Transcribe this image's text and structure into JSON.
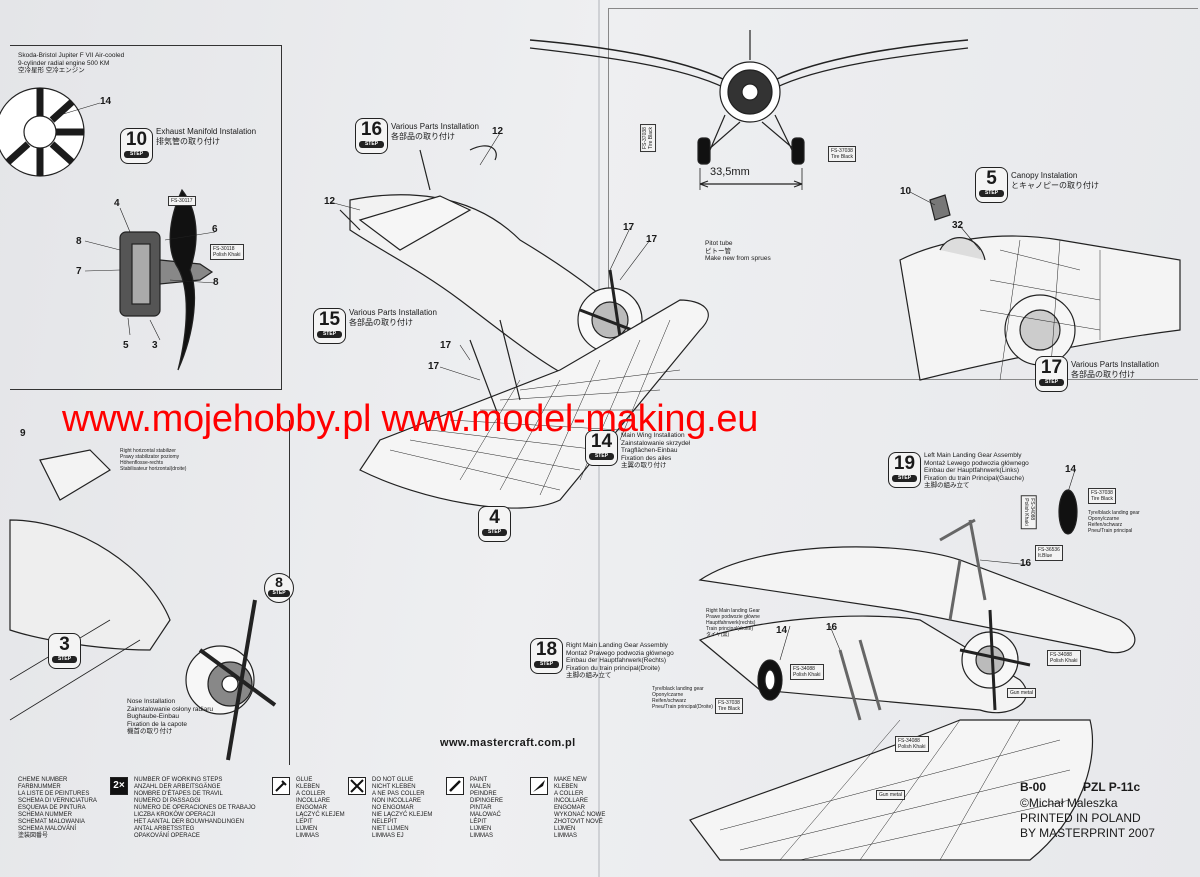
{
  "watermark": "www.mojehobby.pl www.model-making.eu",
  "engine_note": "Skoda-Bristol Jupiter F VII Air-cooled\n9-cylinder radial engine 500 KM\n空冷星形 空冷エンジン",
  "steps": {
    "s10": {
      "number": "10",
      "label": "STEP",
      "title": "Exhaust Manifold Instalation\n排気管の取り付け"
    },
    "s16": {
      "number": "16",
      "label": "STEP",
      "title": "Various Parts Installation\n各部品の取り付け"
    },
    "s15": {
      "number": "15",
      "label": "STEP",
      "title": "Various Parts Installation\n各部品の取り付け"
    },
    "s5": {
      "number": "5",
      "label": "STEP",
      "title": "Canopy Instalation\nとキャノピーの取り付け"
    },
    "s17": {
      "number": "17",
      "label": "STEP",
      "title": "Various Parts Installation\n各部品の取り付け"
    },
    "s14": {
      "number": "14",
      "label": "STEP",
      "title": "Main Wing Installation\nZainstalowanie skrzydeł\nTragflächen-Einbau\nFixation des ailes\n主翼の取り付け"
    },
    "s4": {
      "number": "4",
      "label": "STEP"
    },
    "s19": {
      "number": "19",
      "label": "STEP",
      "title": "Left Main Landing Gear Assembly\nMontaż Lewego podwozia głównego\nEinbau der Hauptfahrwerk(Links)\nFixation du train Principal(Gauche)\n主脚の組み立て"
    },
    "s18": {
      "number": "18",
      "label": "STEP",
      "title": "Right Main Landing Gear Assembly\nMontaż Prawego podwozia głównego\nEinbau der Hauptfahrwerk(Rechts)\nFixation du train principal(Droite)\n主脚の組み立て"
    },
    "s8": {
      "number": "8",
      "label": "STEP"
    },
    "s3": {
      "number": "3",
      "label": "STEP"
    }
  },
  "nose": "Nose Installation\nZainstalowanie osłony radiaru\nBughaube-Einbau\nFixation de la capote\n機首の取り付け",
  "pitot": "Pitot tube\nピトー管\nMake new from sprues",
  "stabilizer": "Right horizontal stabilizer\nPrawy stabilizator poziomy\nHöhenflosse-rechts\nStabilisateur horizontal(droite)",
  "dimension": "33,5mm",
  "part_numbers": {
    "p14a": "14",
    "p4": "4",
    "p6": "6",
    "p8a": "8",
    "p7": "7",
    "p8b": "8",
    "p5": "5",
    "p3": "3",
    "p12a": "12",
    "p12b": "12",
    "p17a": "17",
    "p17b": "17",
    "p17c": "17",
    "p17d": "17",
    "p10": "10",
    "p32": "32",
    "p9": "9",
    "p14b": "14",
    "p16a": "16",
    "p14c": "14",
    "p16b": "16"
  },
  "codes": {
    "fs37038a": "FS-37038\nTire Black",
    "fs37038b": "FS-37038\nTire Black",
    "fs30117": "FS-30117",
    "fs30118": "FS-30118\nPolish Khaki",
    "fs37038c": "FS-37038\nTire Black",
    "fs34088a": "FS-34088\nPolish Khaki",
    "fs36536": "FS-36536\nIt.Blue",
    "fs34088b": "FS-34088\nPolish Khaki",
    "fs37038d": "FS-37038\nTire Black",
    "fs34088c": "FS-34088\nPolish Khaki",
    "gun1": "Gun metal",
    "gun2": "Gun metal",
    "fs34088d": "FS-34088\nPolish Khaki"
  },
  "gear_notes": {
    "left": "Tyre/black landing gear\nOpony/czarne\nReifen/schwarz\nPneu/Train principal",
    "right": "Right Main landing Gear\nPrawe podwozie główne\nHauptfahrwerk(rechts)\nTrain principal(droite)\nタイヤ(黒)",
    "tyre_left": "Tyre/black landing gear\nOpony/czarne\nReifen/schwarz\nPneu/Train principal(Droite)"
  },
  "website": "www.mastercraft.com.pl",
  "legend": {
    "scheme": "CHEME NUMBER\nFARBNUMMER\nLA LISTE DE PEINTURES\nSCHEMA DI VERNICIATURA\nESQUEMA DE PINTURA\nSCHEMA NUMMER\nSCHEMAT MALOWANIA\nSCHEMA MALOVÁNÍ\n塗装図番号",
    "steps_badge": "2×",
    "steps": "NUMBER OF WORKING STEPS\nANZAHL DER ARBEITSGÄNGE\nNOMBRE D'ÉTAPES DE TRAVIL\nNUMERO DI PASSAGGI\nNÚMERO DE OPERACIONES DE TRABAJO\nLICZBA KROKÓW OPERACJI\nHET AANTAL DER BOUWHANDLINGEN\nANTAL ARBETSSTEG\nOPAKOVÁNÍ OPERACE",
    "glue": "GLUE\nKLEBEN\nA COLLER\nINCOLLARE\nENGOMAR\nLĄCZYĆ KLEJEM\nLEPIT\nLIJMEN\nLIMMAS",
    "noglue": "DO NOT GLUE\nNICHT KLEBEN\nA NE PAS COLLER\nNON INCOLLARE\nNO ENGOMAR\nNIE LĄCZYĆ KLEJEM\nNELEPIT\nNIET LIJMEN\nLIMMAS EJ",
    "paint": "PAINT\nMALEN\nPEINDRE\nDIPINGERE\nPINTAR\nMALOWAĆ\nLÉPIT\nLIJMEN\nLIMMAS",
    "makenew": "MAKE NEW\nKLEBEN\nA COLLER\nINCOLLARE\nENGOMAR\nWYKONAĆ NOWE\nZHOTOVIT NOVÉ\nLIJMEN\nLIMMAS"
  },
  "footer": {
    "code": "B-00",
    "model": "PZL P-11c",
    "credits": "©Michał Maleszka\nPRINTED IN POLAND\nBY MASTERPRINT 2007"
  }
}
